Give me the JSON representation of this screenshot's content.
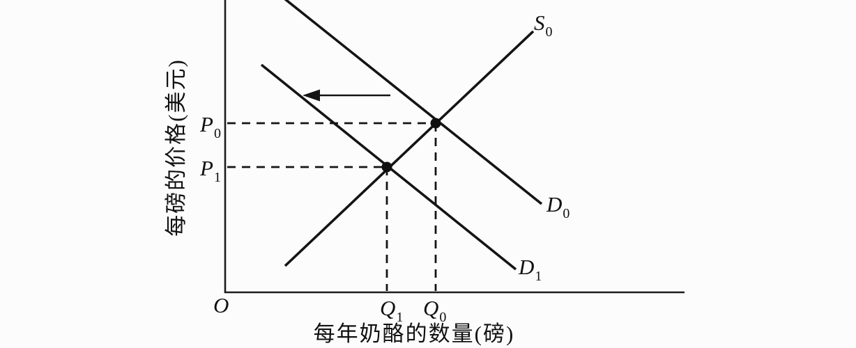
{
  "figure": {
    "y_axis_label": "每磅的价格(美元)",
    "x_axis_label": "每年奶酪的数量(磅)",
    "origin_label": "O",
    "labels": {
      "s0": {
        "main": "S",
        "sub": "0"
      },
      "d0": {
        "main": "D",
        "sub": "0"
      },
      "d1": {
        "main": "D",
        "sub": "1"
      },
      "p0": {
        "main": "P",
        "sub": "0"
      },
      "p1": {
        "main": "P",
        "sub": "1"
      },
      "q0": {
        "main": "Q",
        "sub": "0"
      },
      "q1": {
        "main": "Q",
        "sub": "1"
      }
    },
    "colors": {
      "line": "#141414",
      "background": "#fcfcfc"
    }
  },
  "chart_data": {
    "type": "line",
    "title": "",
    "xlabel": "每年奶酪的数量(磅)",
    "ylabel": "每磅的价格(美元)",
    "units": "relative 0-100 (no numeric ticks shown)",
    "series": [
      {
        "name": "S0",
        "role": "supply",
        "x": [
          13,
          67
        ],
        "y": [
          9,
          89
        ]
      },
      {
        "name": "D0",
        "role": "demand-initial",
        "x": [
          13,
          69
        ],
        "y": [
          100,
          30
        ]
      },
      {
        "name": "D1",
        "role": "demand-shifted",
        "x": [
          8,
          63
        ],
        "y": [
          78,
          8
        ]
      }
    ],
    "points": [
      {
        "name": "initial-equilibrium",
        "x_tick": "Q0",
        "y_tick": "P0",
        "x": 46,
        "y": 58
      },
      {
        "name": "new-equilibrium",
        "x_tick": "Q1",
        "y_tick": "P1",
        "x": 35,
        "y": 43
      }
    ],
    "axis_ticks": {
      "x": [
        "O",
        "Q1",
        "Q0"
      ],
      "y": [
        "P0",
        "P1"
      ]
    },
    "annotations": [
      "leftward horizontal arrow indicating demand shift from D0 to D1"
    ],
    "legend": "none",
    "grid": false
  }
}
